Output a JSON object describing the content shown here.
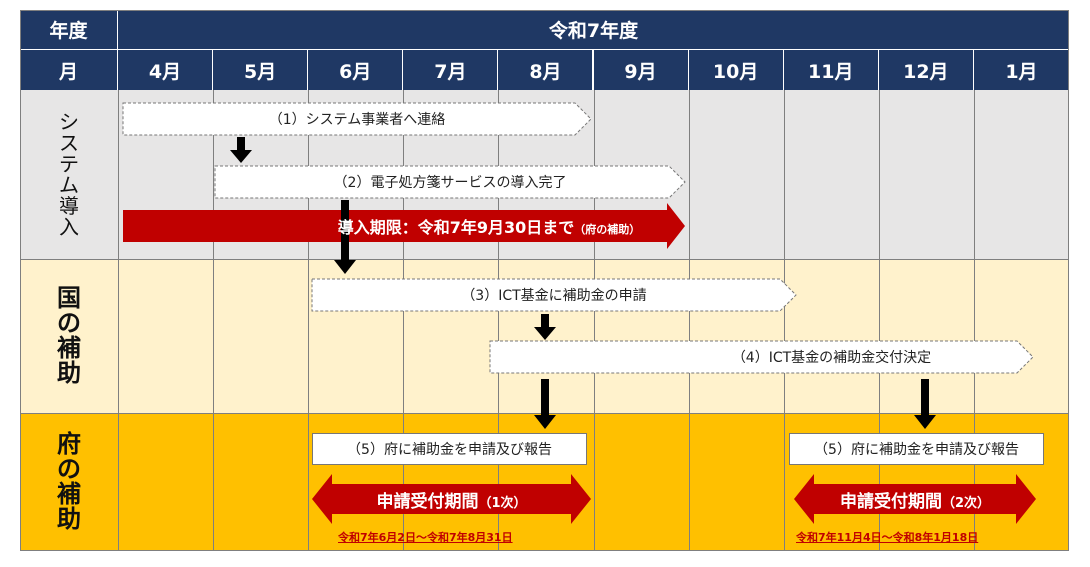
{
  "header": {
    "year_label": "年度",
    "fiscal_year": "令和7年度",
    "month_label": "月",
    "months": [
      "4月",
      "5月",
      "6月",
      "7月",
      "8月",
      "9月",
      "10月",
      "11月",
      "12月",
      "1月"
    ]
  },
  "rows": {
    "system": "システム導入",
    "national": "国の補助",
    "prefecture": "府の補助"
  },
  "steps": {
    "s1": "（1）システム事業者へ連絡",
    "s2": "（2）電子処方箋サービスの導入完了",
    "deadline": "導入期限：令和7年9月30日まで",
    "deadline_note": "（府の補助）",
    "s3": "（3）ICT基金に補助金の申請",
    "s4": "（4）ICT基金の補助金交付決定",
    "s5a": "（5）府に補助金を申請及び報告",
    "s5b": "（5）府に補助金を申請及び報告",
    "period1": "申請受付期間",
    "period1_tag": "（1次）",
    "period1_dates": "令和7年6月2日～令和7年8月31日",
    "period2": "申請受付期間",
    "period2_tag": "（2次）",
    "period2_dates": "令和7年11月4日～令和8年1月18日"
  },
  "colors": {
    "header": "#1f3864",
    "system_bg": "#e7e6e6",
    "national_bg": "#fff2cc",
    "prefecture_bg": "#ffc000",
    "deadline_red": "#c00000"
  }
}
